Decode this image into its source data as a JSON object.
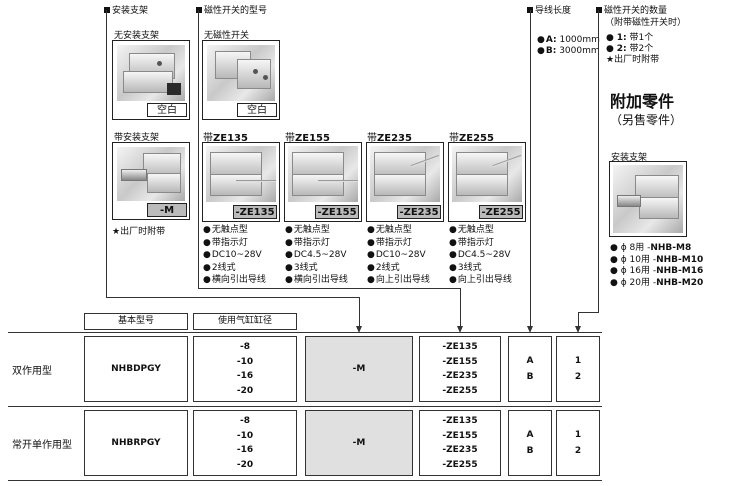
{
  "sections": {
    "mount": "安装支架",
    "switch_model": "磁性开关的型号",
    "lead_length": "导线长度",
    "switch_qty": "磁性开关的数量",
    "switch_qty_note": "（附带磁性开关时）"
  },
  "mount_options": [
    {
      "title": "无安装支架",
      "tag": "空白"
    },
    {
      "title": "带安装支架",
      "tag": "-M"
    }
  ],
  "mount_note": "★出厂时附带",
  "no_switch": {
    "title": "无磁性开关",
    "tag": "空白"
  },
  "switches": [
    {
      "head_prefix": "带",
      "head_model": "ZE135",
      "tag": "-ZE135",
      "features": [
        "无触点型",
        "带指示灯",
        "DC10~28V",
        "2线式",
        "横向引出导线"
      ]
    },
    {
      "head_prefix": "带",
      "head_model": "ZE155",
      "tag": "-ZE155",
      "features": [
        "无触点型",
        "带指示灯",
        "DC4.5~28V",
        "3线式",
        "横向引出导线"
      ]
    },
    {
      "head_prefix": "带",
      "head_model": "ZE235",
      "tag": "-ZE235",
      "features": [
        "无触点型",
        "带指示灯",
        "DC10~28V",
        "2线式",
        "向上引出导线"
      ]
    },
    {
      "head_prefix": "带",
      "head_model": "ZE255",
      "tag": "-ZE255",
      "features": [
        "无触点型",
        "带指示灯",
        "DC4.5~28V",
        "3线式",
        "向上引出导线"
      ]
    }
  ],
  "lead": [
    {
      "code": "A:",
      "value": "1000mm"
    },
    {
      "code": "B:",
      "value": "3000mm"
    }
  ],
  "qty": [
    {
      "code": "1:",
      "value": "带1个"
    },
    {
      "code": "2:",
      "value": "带2个"
    }
  ],
  "qty_note": "★出厂时附带",
  "accessory": {
    "title": "附加零件",
    "subtitle": "（另售零件）",
    "box_label": "安装支架",
    "items": [
      {
        "prefix": "● ϕ 8用 -",
        "model": "NHB-M8"
      },
      {
        "prefix": "● ϕ 10用 -",
        "model": "NHB-M10"
      },
      {
        "prefix": "● ϕ 16用 -",
        "model": "NHB-M16"
      },
      {
        "prefix": "● ϕ 20用 -",
        "model": "NHB-M20"
      }
    ]
  },
  "table": {
    "col_headers": [
      "基本型号",
      "使用气缸缸径"
    ],
    "rows": [
      {
        "label": "双作用型",
        "model": "NHBDPGY",
        "bores": [
          "-8",
          "-10",
          "-16",
          "-20"
        ],
        "mount": "-M",
        "switches": [
          "-ZE135",
          "-ZE155",
          "-ZE235",
          "-ZE255"
        ],
        "lead": [
          "A",
          "B"
        ],
        "qty": [
          "1",
          "2"
        ]
      },
      {
        "label": "常开单作用型",
        "model": "NHBRPGY",
        "bores": [
          "-8",
          "-10",
          "-16",
          "-20"
        ],
        "mount": "-M",
        "switches": [
          "-ZE135",
          "-ZE155",
          "-ZE235",
          "-ZE255"
        ],
        "lead": [
          "A",
          "B"
        ],
        "qty": [
          "1",
          "2"
        ]
      }
    ]
  }
}
